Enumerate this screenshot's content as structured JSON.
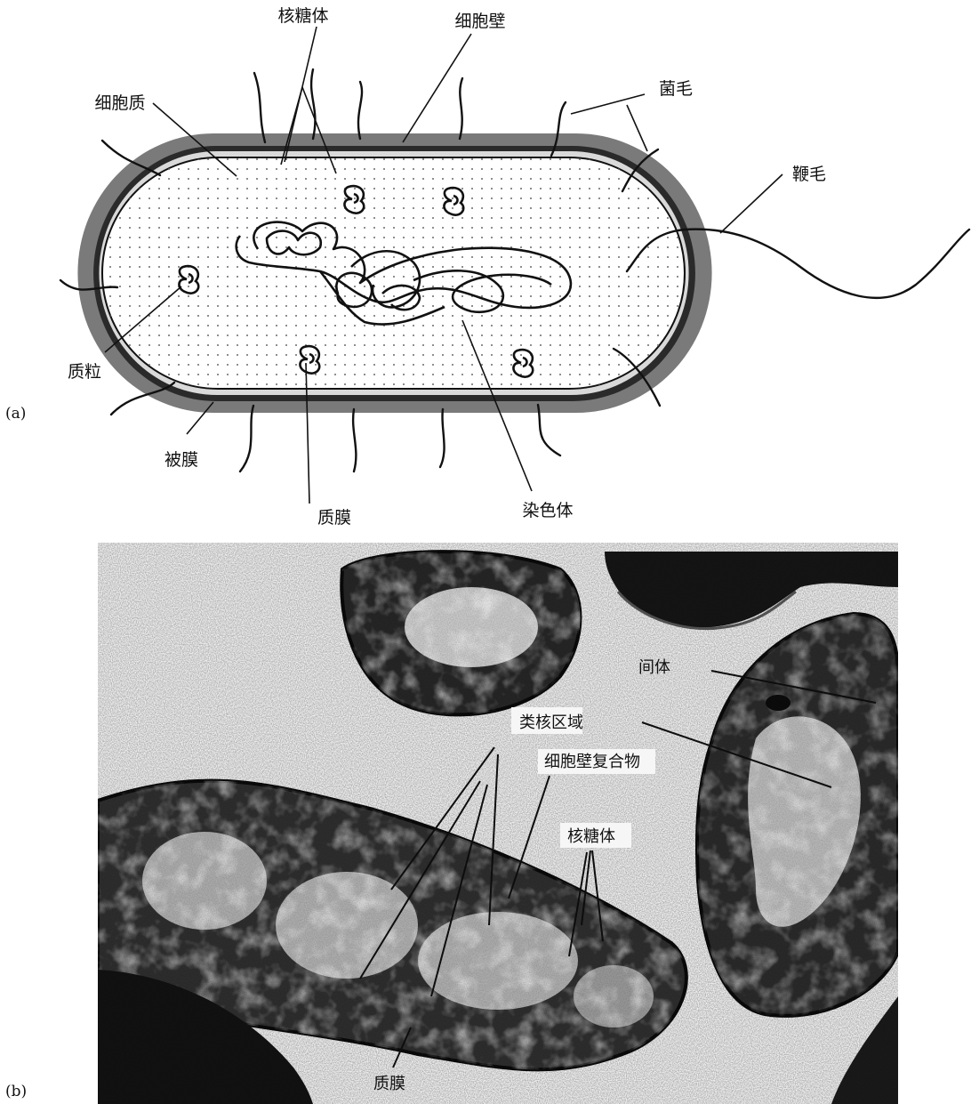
{
  "panel_a": {
    "tag": "(a)",
    "labels": {
      "ribosome": "核糖体",
      "cell_wall": "细胞壁",
      "cytoplasm": "细胞质",
      "pili": "菌毛",
      "flagellum": "鞭毛",
      "plasmid": "质粒",
      "capsule": "被膜",
      "plasma_membrane": "质膜",
      "chromosome": "染色体"
    }
  },
  "panel_b": {
    "tag": "(b)",
    "labels": {
      "mesosome": "间体",
      "nucleoid": "类核区域",
      "cell_wall_complex": "细胞壁复合物",
      "ribosome": "核糖体",
      "plasma_membrane": "质膜"
    }
  }
}
